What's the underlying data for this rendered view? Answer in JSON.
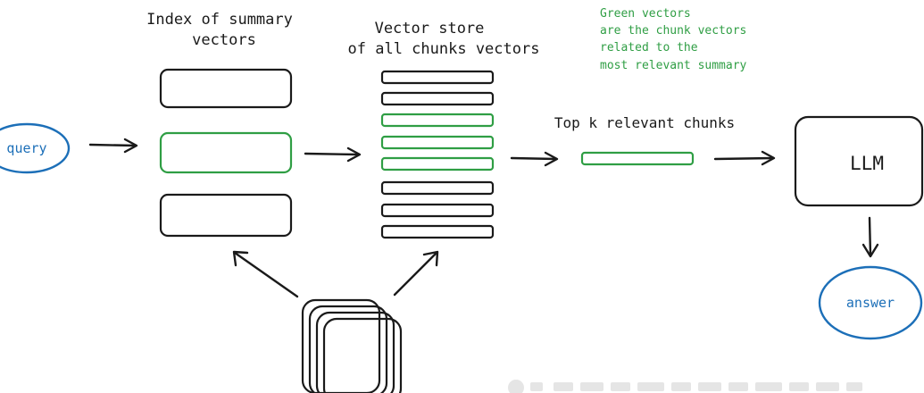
{
  "labels": {
    "index_title_line1": "Index of summary",
    "index_title_line2": "vectors",
    "store_title_line1": "Vector store",
    "store_title_line2": "of all chunks vectors",
    "green_note": [
      "Green vectors",
      "are the chunk vectors",
      "related to the",
      "most relevant summary"
    ],
    "top_k": "Top k relevant chunks",
    "llm": "LLM",
    "query": "query",
    "answer": "answer"
  },
  "colors": {
    "ink": "#1a1a1a",
    "green": "#2f9e44",
    "blue": "#1c6fb8"
  },
  "summary_index": {
    "highlighted": [
      false,
      true,
      false
    ]
  },
  "chunk_store": {
    "highlighted": [
      false,
      false,
      true,
      true,
      true,
      false,
      false,
      false
    ]
  }
}
